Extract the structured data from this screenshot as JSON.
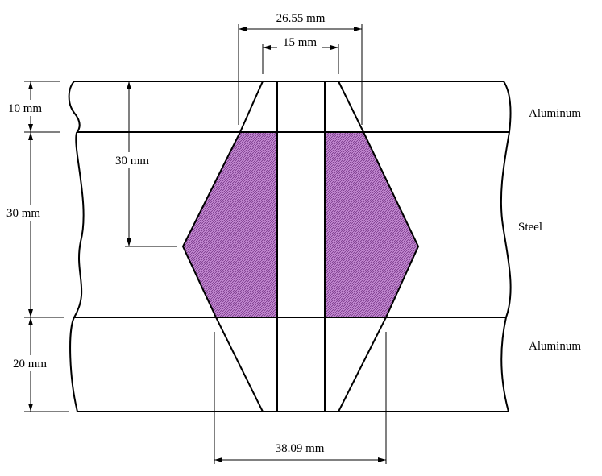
{
  "dimensions": {
    "top_width": "26.55 mm",
    "gap_width": "15 mm",
    "bottom_width": "38.09 mm",
    "top_layer_thickness": "10 mm",
    "middle_layer_thickness": "30 mm",
    "bottom_layer_thickness": "20 mm",
    "hex_depth": "30 mm"
  },
  "layers": {
    "top": "Aluminum",
    "middle": "Steel",
    "bottom": "Aluminum"
  },
  "colors": {
    "hatch_fill": "#b070c0",
    "hatch_line": "#7a3a8a"
  }
}
